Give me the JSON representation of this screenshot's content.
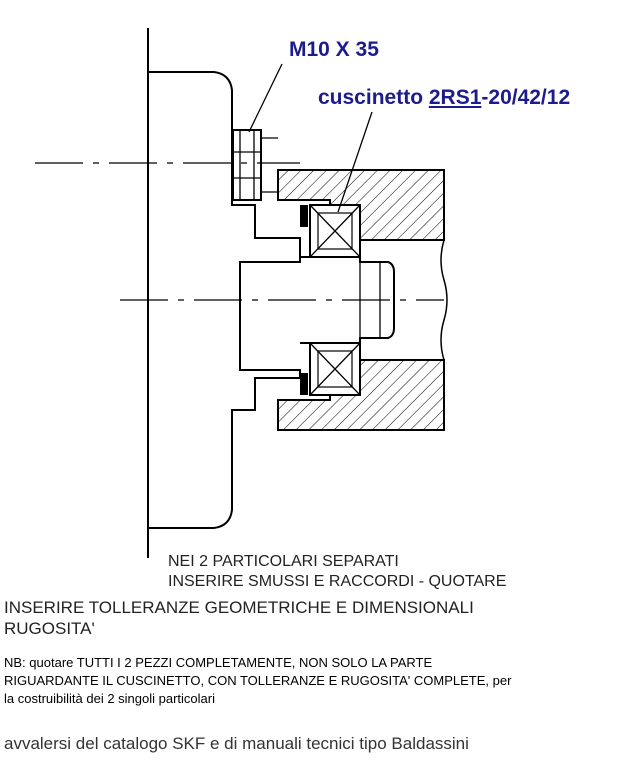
{
  "callouts": {
    "bolt": "M10 X 35",
    "bearing_prefix": "cuscinetto ",
    "bearing_code": "2RS1",
    "bearing_suffix": "-20/42/12"
  },
  "notes": {
    "separate_line1": "NEI 2 PARTICOLARI SEPARATI",
    "separate_line2": "INSERIRE SMUSSI E RACCORDI - QUOTARE",
    "tolerance_line1": "INSERIRE TOLLERANZE GEOMETRICHE E DIMENSIONALI",
    "tolerance_line2": "RUGOSITA'",
    "nb_line1": "NB: quotare TUTTI I 2 PEZZI COMPLETAMENTE, NON SOLO LA PARTE",
    "nb_line2": "RIGUARDANTE IL CUSCINETTO, CON TOLLERANZE E RUGOSITA' COMPLETE, per",
    "nb_line3": "la costruibilità dei 2 singoli particolari",
    "reference": "avvalersi del catalogo SKF e di manuali tecnici tipo Baldassini"
  },
  "colors": {
    "callout_text": "#1c1c8c",
    "line": "#000000"
  }
}
